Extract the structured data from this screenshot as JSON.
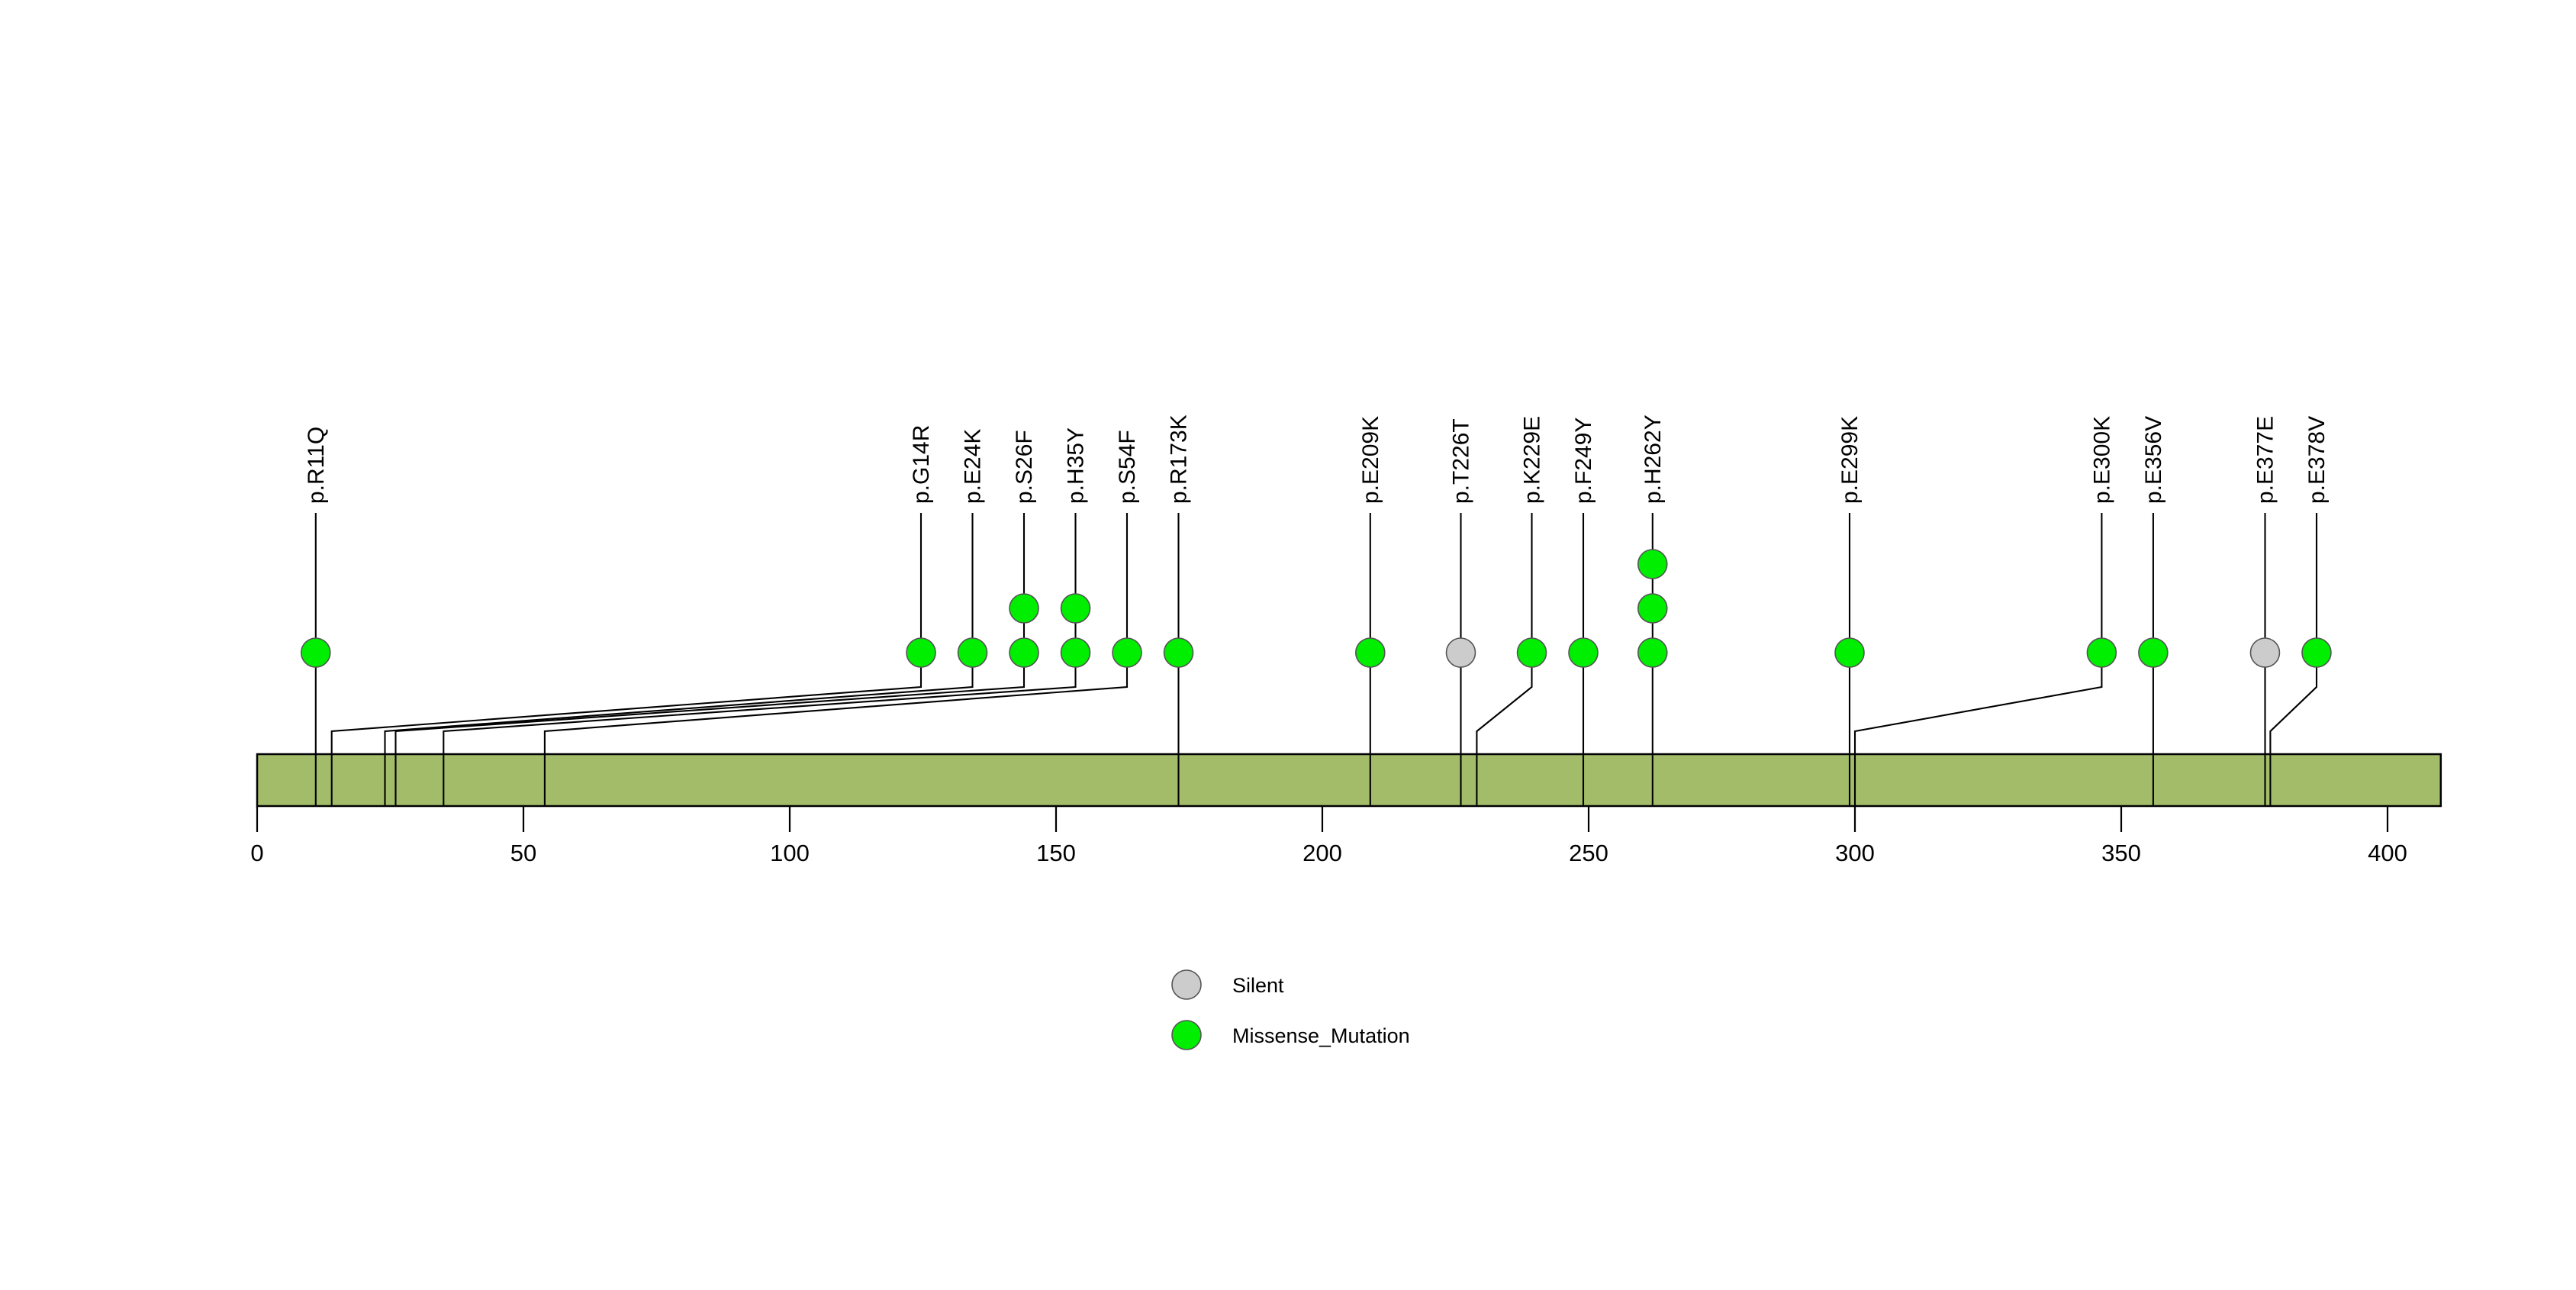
{
  "chart_data": {
    "type": "lollipop",
    "title": "",
    "xlabel": "",
    "ylabel": "",
    "xlim": [
      0,
      410
    ],
    "x_ticks": [
      0,
      50,
      100,
      150,
      200,
      250,
      300,
      350,
      400
    ],
    "x_tick_labels": [
      "0",
      "50",
      "100",
      "150",
      "200",
      "250",
      "300",
      "350",
      "400"
    ],
    "protein_length": 410,
    "domain_track": {
      "start": 0,
      "end": 410,
      "color": "#a3bc6a",
      "border": "#000000"
    },
    "grid": false,
    "legend_position": "bottom-center",
    "categories": [
      "Silent",
      "Missense_Mutation"
    ],
    "category_colors": {
      "Silent": "#cccccc",
      "Missense_Mutation": "#00ee00"
    },
    "mutations": [
      {
        "label": "p.R11Q",
        "position": 11,
        "count": 1,
        "type": "Missense_Mutation"
      },
      {
        "label": "p.G14R",
        "position": 14,
        "count": 1,
        "type": "Missense_Mutation"
      },
      {
        "label": "p.E24K",
        "position": 24,
        "count": 1,
        "type": "Missense_Mutation"
      },
      {
        "label": "p.S26F",
        "position": 26,
        "count": 2,
        "type": "Missense_Mutation"
      },
      {
        "label": "p.H35Y",
        "position": 35,
        "count": 2,
        "type": "Missense_Mutation"
      },
      {
        "label": "p.S54F",
        "position": 54,
        "count": 1,
        "type": "Missense_Mutation"
      },
      {
        "label": "p.R173K",
        "position": 173,
        "count": 1,
        "type": "Missense_Mutation"
      },
      {
        "label": "p.E209K",
        "position": 209,
        "count": 1,
        "type": "Missense_Mutation"
      },
      {
        "label": "p.T226T",
        "position": 226,
        "count": 1,
        "type": "Silent"
      },
      {
        "label": "p.K229E",
        "position": 229,
        "count": 1,
        "type": "Missense_Mutation"
      },
      {
        "label": "p.F249Y",
        "position": 249,
        "count": 1,
        "type": "Missense_Mutation"
      },
      {
        "label": "p.H262Y",
        "position": 262,
        "count": 3,
        "type": "Missense_Mutation"
      },
      {
        "label": "p.E299K",
        "position": 299,
        "count": 1,
        "type": "Missense_Mutation"
      },
      {
        "label": "p.E300K",
        "position": 300,
        "count": 1,
        "type": "Missense_Mutation"
      },
      {
        "label": "p.E356V",
        "position": 356,
        "count": 1,
        "type": "Missense_Mutation"
      },
      {
        "label": "p.E377E",
        "position": 377,
        "count": 1,
        "type": "Silent"
      },
      {
        "label": "p.E378V",
        "position": 378,
        "count": 1,
        "type": "Missense_Mutation"
      }
    ]
  },
  "legend": {
    "items": [
      {
        "label": "Silent",
        "color": "#cccccc"
      },
      {
        "label": "Missense_Mutation",
        "color": "#00ee00"
      }
    ]
  }
}
